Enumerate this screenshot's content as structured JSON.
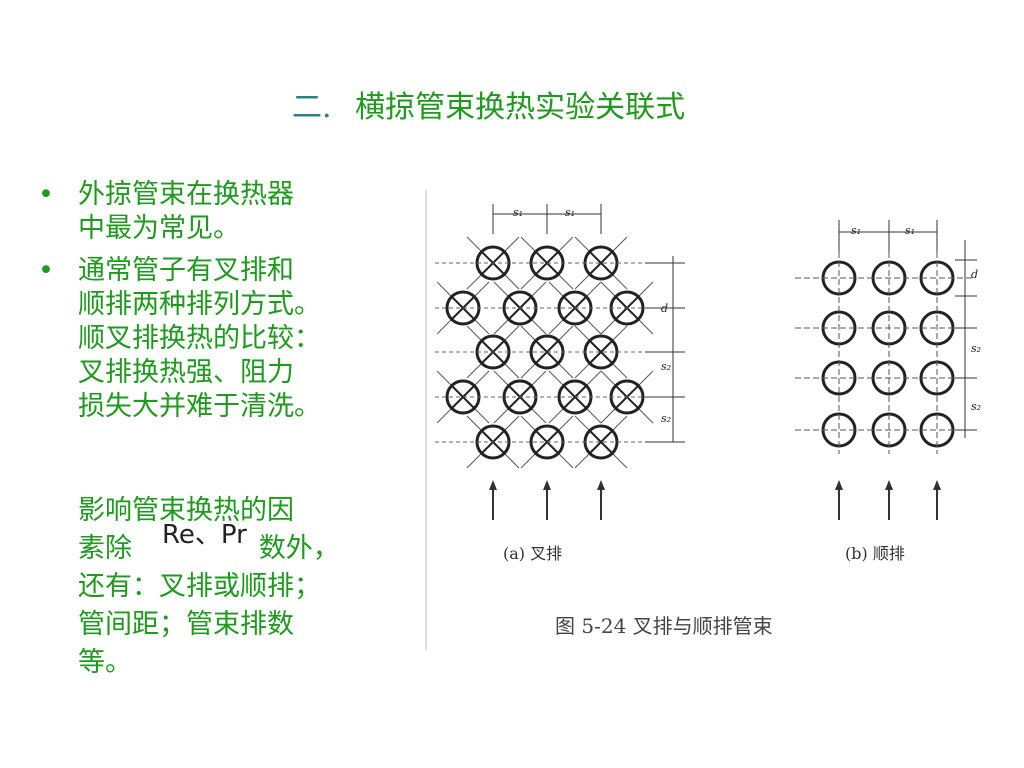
{
  "title": {
    "number": "二.",
    "text": "横掠管束换热实验关联式"
  },
  "bullets": [
    {
      "lines": [
        "外掠管束在换热器",
        "中最为常见。"
      ]
    },
    {
      "lines": [
        "通常管子有叉排和",
        "顺排两种排列方式。",
        "顺叉排换热的比较：",
        "叉排换热强、阻力",
        "损失大并难于清洗。"
      ]
    }
  ],
  "paragraph": {
    "line1": "影响管束换热的因",
    "line2_prefix": "素除",
    "formula": "Re、Pr",
    "line2_suffix": "数外，",
    "line3": "还有：叉排或顺排；",
    "line4": "管间距；管束排数",
    "line5": "等。"
  },
  "figure": {
    "caption_a": "(a) 叉排",
    "caption_b": "(b) 顺排",
    "caption_main": "图 5-24    叉排与顺排管束",
    "dim_s1": "s₁",
    "dim_s2": "s₂",
    "dim_d": "d"
  }
}
